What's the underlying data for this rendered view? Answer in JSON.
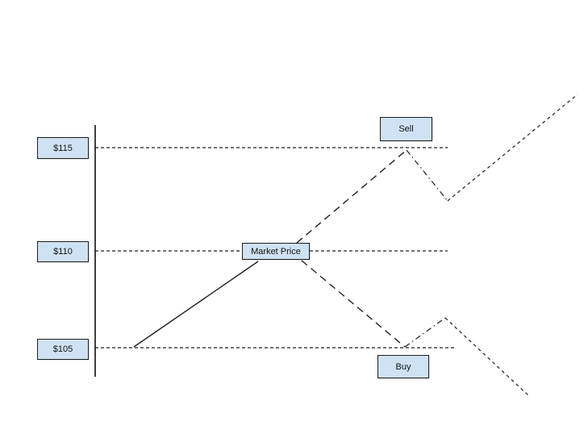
{
  "colors": {
    "background": "#ffffff",
    "box_fill": "#cfe2f3",
    "box_border": "#1c1c1c",
    "line": "#1f1f1f",
    "axis": "#3f3f3f",
    "text": "#111111"
  },
  "price_labels": [
    {
      "text": "$115"
    },
    {
      "text": "$110"
    },
    {
      "text": "$105"
    }
  ],
  "annotations": {
    "market_price": "Market Price",
    "sell": "Sell",
    "buy": "Buy"
  }
}
